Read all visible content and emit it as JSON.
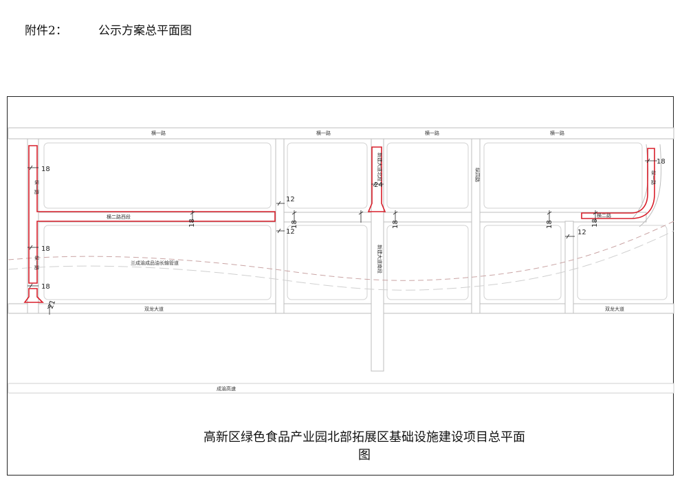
{
  "header": {
    "attachment_label": "附件2：",
    "title": "公示方案总平面图"
  },
  "drawing": {
    "title": "高新区绿色食品产业园北部拓展区基础设施建设项目总平面图",
    "roads": {
      "heng1_a": "横一路",
      "heng1_b": "横一路",
      "heng1_c": "横一路",
      "heng1_d": "横一路",
      "shuanglong_a": "双龙大道",
      "shuanglong_b": "双龙大道",
      "chengyu": "成渝高速",
      "pipeline": "兰成渝成品油长输管道",
      "heng2_west": "横二路西段",
      "heng2": "横二路",
      "zong1_top": "纵一路",
      "zong1_mid": "纵一路",
      "zong_n_top": "纵一路",
      "mid_upper": "新建大道北段",
      "mid_lower": "新建大道南段",
      "mid_road": "纵四路"
    },
    "dimensions": {
      "d1": "18",
      "d2": "18",
      "d3": "18",
      "d4": "12",
      "d5": "18",
      "d6": "12",
      "d7": "24",
      "d8": "18",
      "d9": "18",
      "d10": "18",
      "d11": "12",
      "d12": "18",
      "d13": "18",
      "d14": "21"
    }
  },
  "colors": {
    "project_road": "#d81e2a",
    "existing_road": "#bdbdbd",
    "pipeline": "#c9a3a3"
  }
}
